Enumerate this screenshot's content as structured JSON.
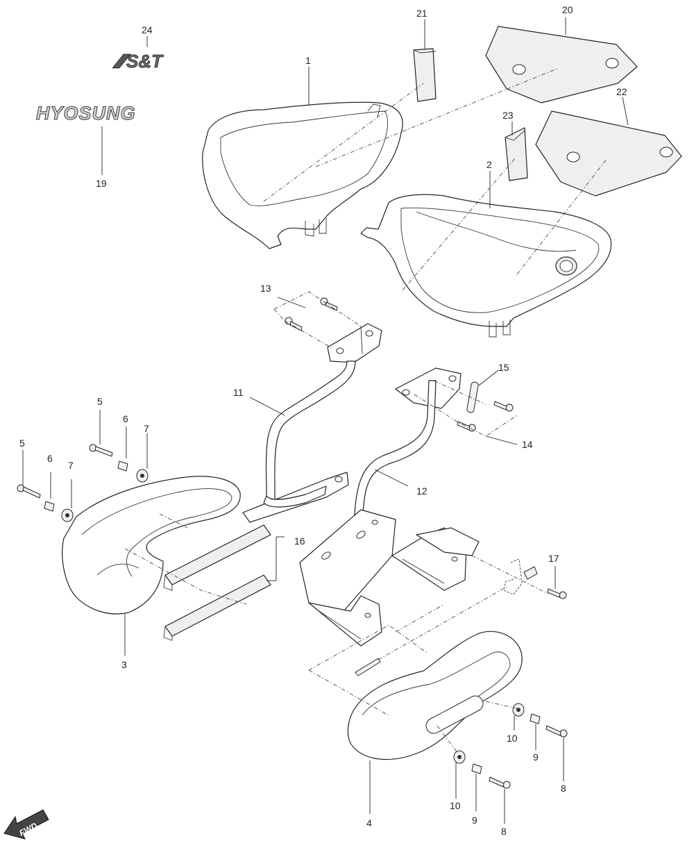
{
  "emblems": {
    "st_logo": "S&T",
    "brand_logo": "HYOSUNG",
    "fwd_arrow": "FWD"
  },
  "callouts": {
    "c1": "1",
    "c2": "2",
    "c3": "3",
    "c4": "4",
    "c5a": "5",
    "c5b": "5",
    "c6a": "6",
    "c6b": "6",
    "c7a": "7",
    "c7b": "7",
    "c8a": "8",
    "c8b": "8",
    "c9a": "9",
    "c9b": "9",
    "c10a": "10",
    "c10b": "10",
    "c11": "11",
    "c12": "12",
    "c13": "13",
    "c14": "14",
    "c15": "15",
    "c16": "16",
    "c17": "17",
    "c19": "19",
    "c20": "20",
    "c21": "21",
    "c22": "22",
    "c23": "23",
    "c24": "24"
  }
}
